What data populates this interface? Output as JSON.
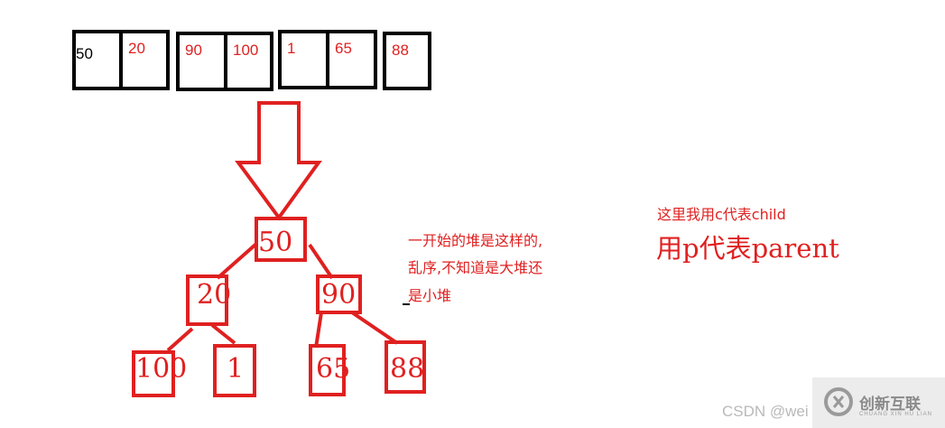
{
  "array": {
    "cells": [
      "50",
      "20",
      "90",
      "100",
      "1",
      "65",
      "88"
    ]
  },
  "tree": {
    "nodes": [
      "50",
      "20",
      "90",
      "100",
      "1",
      "65",
      "88"
    ]
  },
  "note": {
    "lines": [
      "一开始的堆是这样的,",
      "乱序,不知道是大堆还",
      "是小堆"
    ]
  },
  "legend": {
    "child_line": "这里我用c代表child",
    "parent_line": "用p代表parent"
  },
  "watermark": {
    "text": "CSDN @wei",
    "brand": "创新互联",
    "brand_sub": "CHUANG XIN HU LIAN"
  },
  "colors": {
    "accent": "#e02020",
    "outline": "#000000"
  }
}
